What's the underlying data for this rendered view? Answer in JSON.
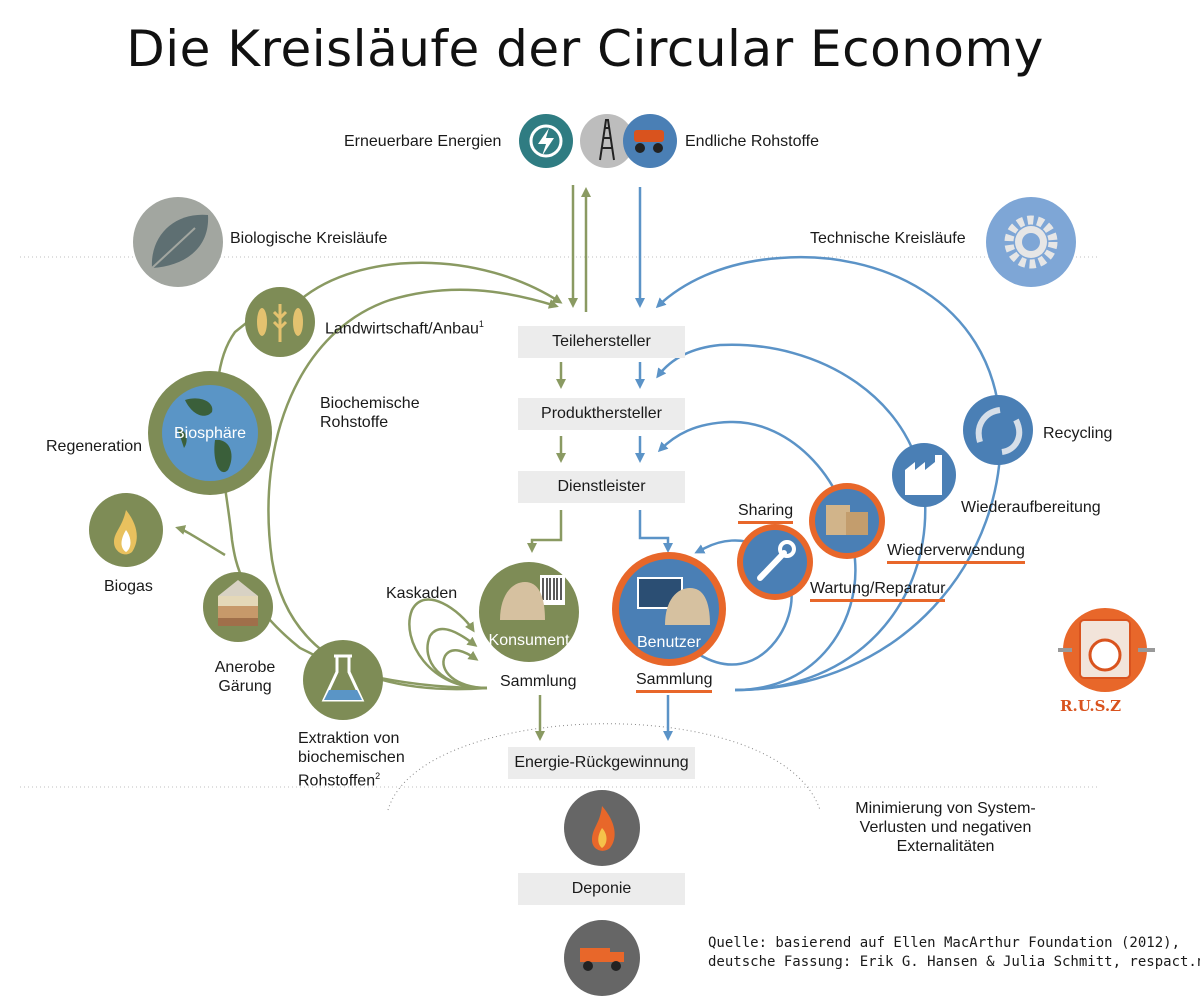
{
  "title": "Die Kreisläufe der Circular Economy",
  "top": {
    "renewable": "Erneuerbare Energien",
    "finite": "Endliche Rohstoffe"
  },
  "sections": {
    "biological": "Biologische Kreisläufe",
    "technical": "Technische Kreisläufe"
  },
  "chain": {
    "parts": "Teilehersteller",
    "product": "Produkthersteller",
    "service": "Dienstleister",
    "energy": "Energie-Rückgewinnung",
    "landfill": "Deponie"
  },
  "bio": {
    "agriculture": "Landwirtschaft/Anbau",
    "agriculture_note": "1",
    "biochem": "Biochemische Rohstoffe",
    "regeneration": "Regeneration",
    "biosphere": "Biosphäre",
    "biogas": "Biogas",
    "anaerobe": "Anerobe Gärung",
    "extraction": "Extraktion von biochemischen Rohstoffen",
    "extraction_note": "2",
    "cascades": "Kaskaden",
    "consumer": "Konsument",
    "collection_bio": "Sammlung"
  },
  "tech": {
    "user": "Benutzer",
    "collection_tech": "Sammlung",
    "sharing": "Sharing",
    "maintenance": "Wartung/Reparatur",
    "reuse": "Wiederverwendung",
    "remanufacturing": "Wiederaufbereitung",
    "recycling": "Recycling"
  },
  "minimization": "Minimierung von System-Verlusten und negativen Externalitäten",
  "source_line1": "Quelle: basierend auf Ellen MacArthur Foundation (2012),",
  "source_line2": "deutsche Fassung: Erik G. Hansen & Julia Schmitt, respact.net",
  "logo_text": "R.U.S.Z",
  "colors": {
    "bio_green": "#8a9a62",
    "tech_blue": "#5b93c7",
    "accent_orange": "#e8672a",
    "box_gray": "#ececec"
  },
  "icons": [
    "lightning-icon",
    "oil-rig-icon",
    "mining-truck-icon",
    "leaf-icon",
    "gear-icon",
    "wheat-fish-icon",
    "globe-icon",
    "flame-icon",
    "soil-icon",
    "flask-icon",
    "barcode-icon",
    "monitor-icon",
    "wrench-icon",
    "boxes-icon",
    "factory-icon",
    "recycle-icon",
    "dump-truck-icon",
    "washing-machine-icon"
  ]
}
